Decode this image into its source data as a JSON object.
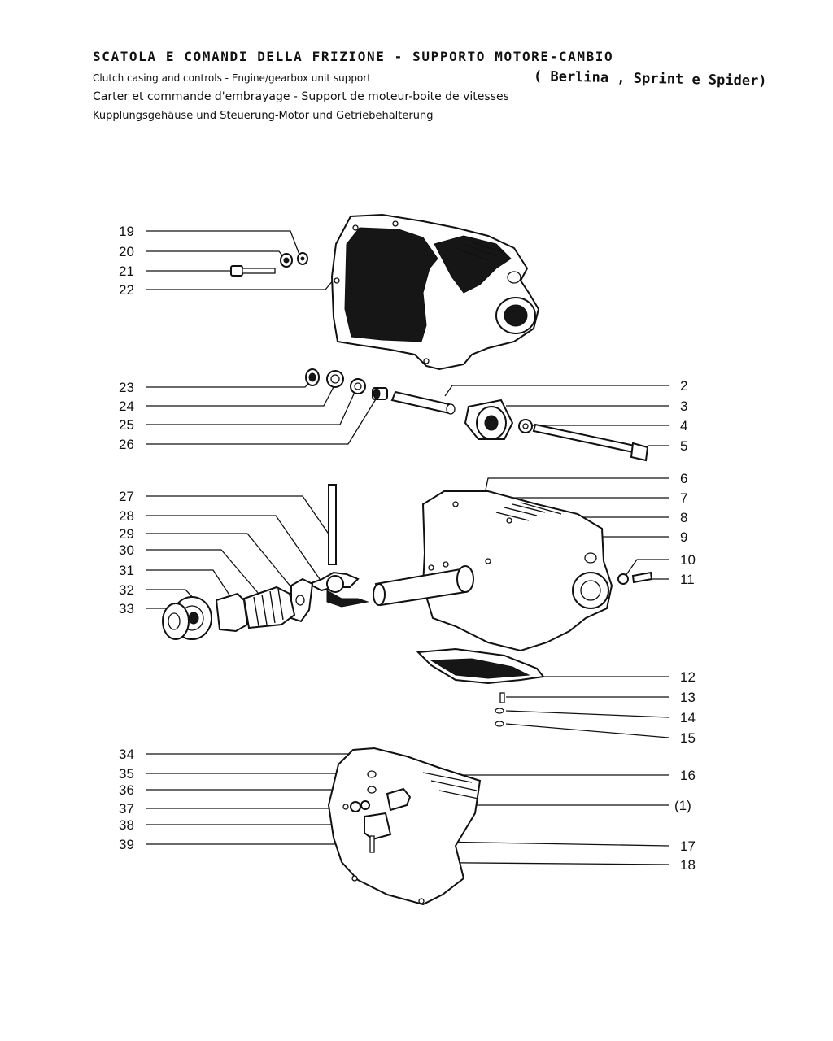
{
  "header": {
    "title_it": "SCATOLA E COMANDI DELLA FRIZIONE - SUPPORTO MOTORE-CAMBIO",
    "title_en": "Clutch casing and controls - Engine/gearbox unit support",
    "title_fr": "Carter et commande d'embrayage - Support de moteur-boite de vitesses",
    "title_de": "Kupplungsgehäuse und Steuerung-Motor und Getriebehalterung",
    "models": "( Berlina , Sprint e Spider)"
  },
  "callouts": {
    "left": [
      "19",
      "20",
      "21",
      "22",
      "23",
      "24",
      "25",
      "26",
      "27",
      "28",
      "29",
      "30",
      "31",
      "32",
      "33",
      "34",
      "35",
      "36",
      "37",
      "38",
      "39"
    ],
    "right": [
      "2",
      "3",
      "4",
      "5",
      "6",
      "7",
      "8",
      "9",
      "10",
      "11",
      "12",
      "13",
      "14",
      "15",
      "16",
      "(1)",
      "17",
      "18"
    ]
  }
}
